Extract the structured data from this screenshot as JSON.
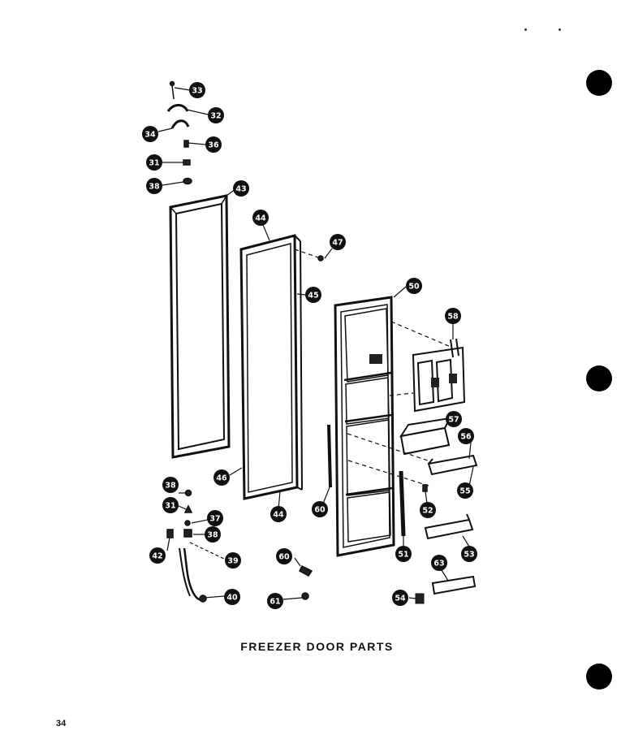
{
  "caption": "FREEZER DOOR PARTS",
  "page_number": "34",
  "callouts": {
    "c33": "33",
    "c32": "32",
    "c34": "34",
    "c36a": "36",
    "c31a": "31",
    "c38a": "38",
    "c43": "43",
    "c44a": "44",
    "c47": "47",
    "c45": "45",
    "c46": "46",
    "c44b": "44",
    "c50": "50",
    "c58": "58",
    "c57": "57",
    "c56": "56",
    "c55": "55",
    "c60a": "60",
    "c52": "52",
    "c51": "51",
    "c53": "53",
    "c38b": "38",
    "c31b": "31",
    "c37": "37",
    "c38c": "38",
    "c39": "39",
    "c42": "42",
    "c40": "40",
    "c60b": "60",
    "c61": "61",
    "c63": "63",
    "c54": "54"
  }
}
